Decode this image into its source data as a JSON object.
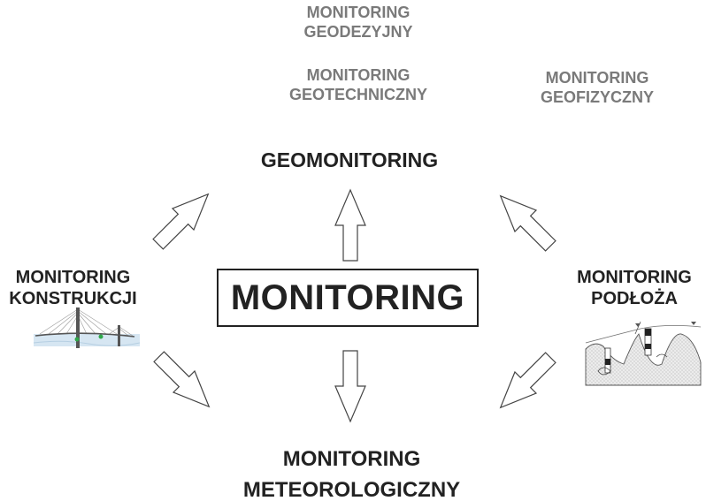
{
  "center": {
    "label": "MONITORING"
  },
  "geomonitoring": {
    "label": "GEOMONITORING"
  },
  "geodezyjny": {
    "line1": "MONITORING",
    "line2": "GEODEZYJNY"
  },
  "geotechniczny": {
    "line1": "MONITORING",
    "line2": "GEOTECHNICZNY"
  },
  "geofizyczny": {
    "line1": "MONITORING",
    "line2": "GEOFIZYCZNY"
  },
  "konstrukcji": {
    "line1": "MONITORING",
    "line2": "KONSTRUKCJI"
  },
  "podloza": {
    "line1": "MONITORING",
    "line2": "PODŁOŻA"
  },
  "meteo": {
    "line1": "MONITORING",
    "line2": "METEOROLOGICZNY"
  },
  "colors": {
    "dark_text": "#222222",
    "gray_text": "#7a7a7a",
    "arrow_stroke": "#444444"
  },
  "icons": [
    "hollow-arrow-icon",
    "bridge-icon",
    "geologic-profile-icon"
  ]
}
